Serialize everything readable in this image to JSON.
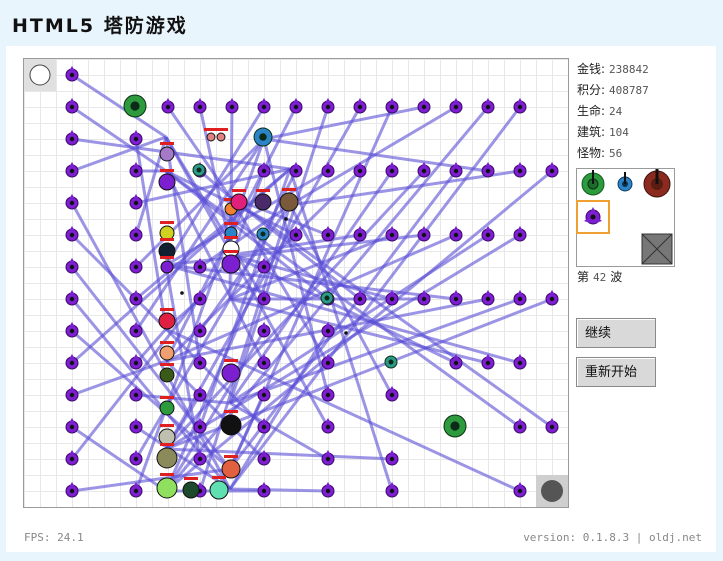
{
  "header": {
    "title": "HTML5 塔防游戏"
  },
  "stats": {
    "money_label": "金钱:",
    "money": "238842",
    "score_label": "积分:",
    "score": "408787",
    "life_label": "生命:",
    "life": "24",
    "buildings_label": "建筑:",
    "buildings": "104",
    "monsters_label": "怪物:",
    "monsters": "56"
  },
  "wave": {
    "prefix": "第",
    "number": "42",
    "suffix": "波"
  },
  "buttons": {
    "continue": "继续",
    "restart": "重新开始"
  },
  "footer": {
    "fps": "FPS: 24.1",
    "version": "version: 0.1.8.3 | oldj.net"
  },
  "colors": {
    "laser": "#5a4fd6",
    "tower_purple": "#7b1fd0",
    "tower_green": "#2e9a3e",
    "select": "#f0a030"
  }
}
